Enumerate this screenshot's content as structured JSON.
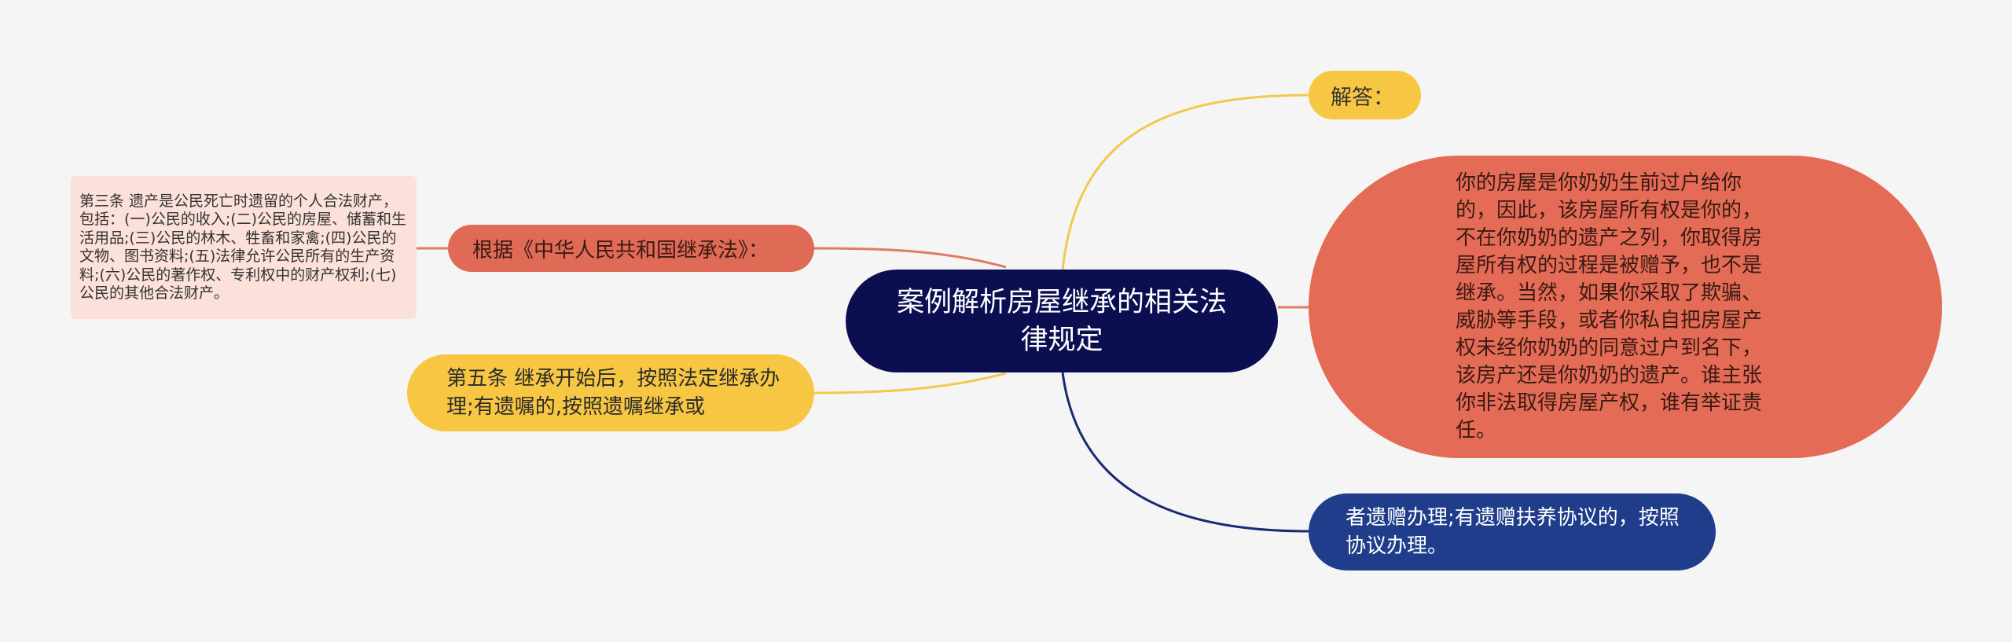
{
  "colors": {
    "background": "#f5f5f5",
    "center": "#0b0f52",
    "yellow": "#f7c744",
    "salmon": "#e46b55",
    "blue": "#1f3d8b",
    "pink_note": "#fbe1da",
    "line_yellow": "#f2c94c",
    "line_salmon": "#e07a65",
    "line_navy": "#1a2a72"
  },
  "center": {
    "title": "案例解析房屋继承的相关法律规定"
  },
  "branches": {
    "answer_label": "解答：",
    "answer_text": "你的房屋是你奶奶生前过户给你的，因此，该房屋所有权是你的，不在你奶奶的遗产之列，你取得房屋所有权的过程是被赠予，也不是继承。当然，如果你采取了欺骗、威胁等手段，或者你私自把房屋产权未经你奶奶的同意过户到名下，该房产还是你奶奶的遗产。谁主张你非法取得房屋产权，谁有举证责任。",
    "heir_text": "者遗赠办理;有遗赠扶养协议的，按照协议办理。",
    "basis_label": "根据《中华人民共和国继承法》：",
    "article3_text": "第三条 遗产是公民死亡时遗留的个人合法财产，包括：(一)公民的收入;(二)公民的房屋、储蓄和生活用品;(三)公民的林木、牲畜和家禽;(四)公民的文物、图书资料;(五)法律允许公民所有的生产资料;(六)公民的著作权、专利权中的财产权利;(七)公民的其他合法财产。",
    "article5_text": "第五条 继承开始后，按照法定继承办理;有遗嘱的,按照遗嘱继承或"
  }
}
